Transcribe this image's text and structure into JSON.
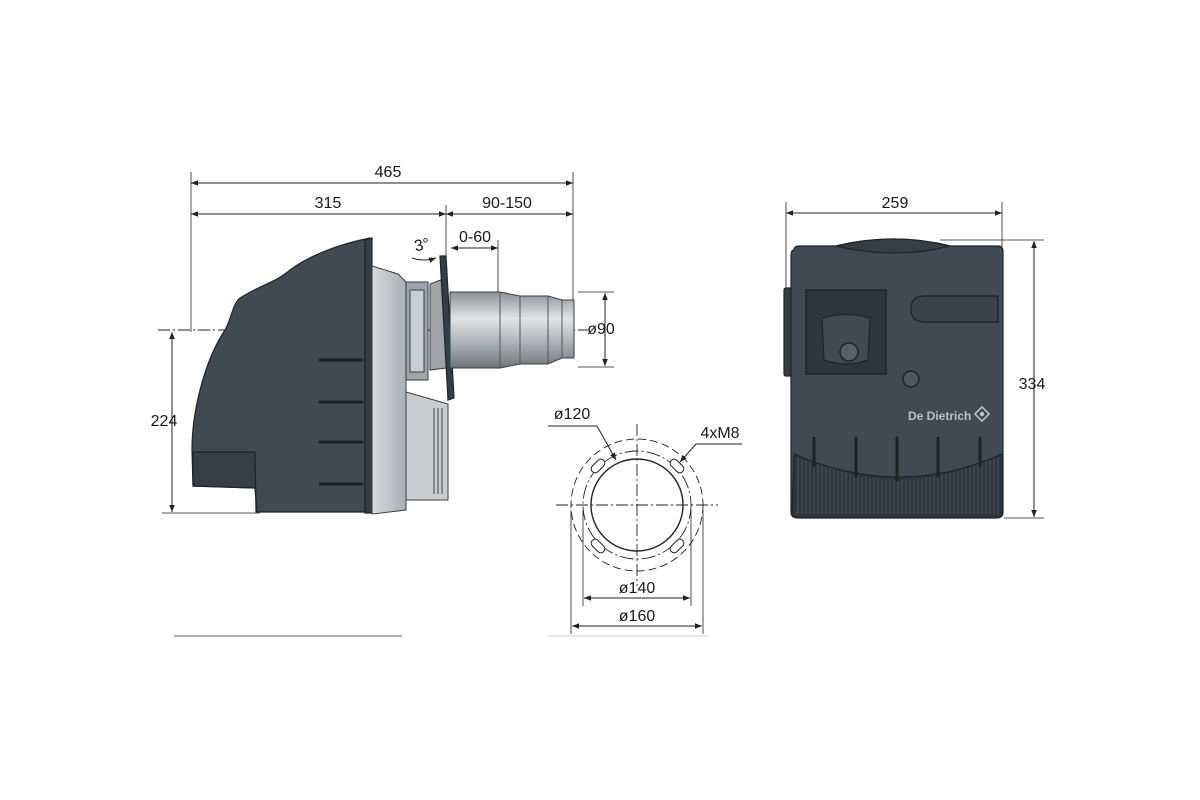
{
  "diagram": {
    "brand_logo": "De Dietrich",
    "side_view": {
      "dim_total_length": "465",
      "dim_body_length": "315",
      "dim_tube_length": "90-150",
      "dim_angle": "3°",
      "dim_flange_adjust": "0-60",
      "dim_tube_diameter": "ø90",
      "dim_height_axis": "224"
    },
    "flange_view": {
      "dim_inner_circle": "ø120",
      "dim_bolts": "4xM8",
      "dim_bolt_circle": "ø140",
      "dim_outer_circle": "ø160"
    },
    "front_view": {
      "dim_width": "259",
      "dim_height": "334"
    }
  }
}
